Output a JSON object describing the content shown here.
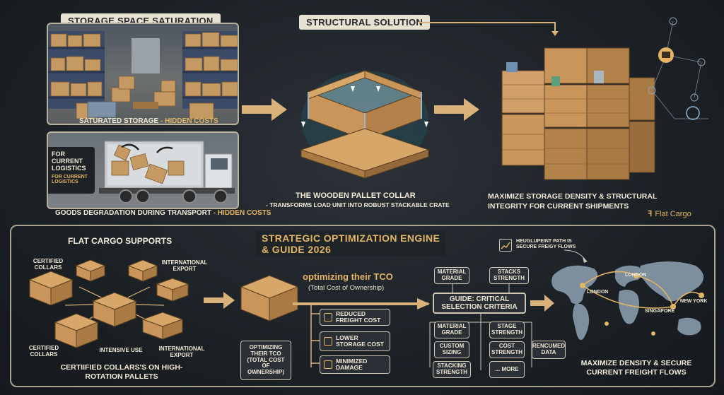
{
  "top": {
    "storage_title": "STORAGE SPACE SATURATION",
    "structural_title": "STRUCTURAL SOLUTION",
    "saturated_caption": "SATURATED STORAGE",
    "saturated_hidden": "- HIDDEN COSTS",
    "truck_label_1": "FOR CURRENT LOGISTICS",
    "truck_label_2": "FOR CURRENT LOGISTICS",
    "degradation_caption": "GOODS DEGRADATION DURING TRANSPORT",
    "degradation_hidden": "- HIDDEN COSTS",
    "collar_title": "THE WOODEN PALLET COLLAR",
    "collar_sub": "- TRANSFORMS LOAD UNIT INTO ROBUST STACKABLE CRATE",
    "maximize_caption": "MAXIMIZE STORAGE DENSITY & STRUCTURAL INTEGRITY FOR CURRENT SHIPMENTS",
    "brand": "Flat Cargo"
  },
  "engine": {
    "title_line1": "STRATEGIC OPTIMIZATION ENGINE",
    "title_line2": "& GUIDE 2026",
    "supports_title": "FLAT CARGO SUPPORTS",
    "labels": {
      "certified_top": "CERTIFIED COLLARS",
      "intl_top": "INTERNATIONAL EXPORT",
      "certified_bottom": "CERTIFIED COLLARS",
      "intensive": "INTENSIVE USE",
      "intl_bottom": "INTERNATIONAL EXPORT"
    },
    "certified_caption": "CERTIIFIED COLLARS'S ON HIGH-ROTATION PALLETS",
    "tco_title": "optimizing their TCO",
    "tco_sub": "(Total Cost of Ownership)",
    "tco_box": "OPTIMIZING THEIR TCO (TOTAL COST OF OWNERSHIP)",
    "benefits": [
      "REDUCED FREIGHT COST",
      "LOWER STORAGE COST",
      "MINIMIZED DAMAGE"
    ],
    "guide_title": "GUIDE: CRITICAL SELECTION CRITERIA",
    "criteria_top": [
      "MATERIAL GRADE",
      "STACKS STRENGTH"
    ],
    "criteria_bottom": [
      "MATERIAL GRADE",
      "STAGE STRENGTH",
      "CUSTOM SIZING",
      "COST STRENGTH",
      "STACKING STRENGTH",
      "... MORE"
    ],
    "extra_data": "RENCUMED DATA",
    "map_note": "HEUGLUPEINT PATH IS SECURE FREIGY FLOWS",
    "cities": [
      "LONDON",
      "LONDON",
      "SINGAPORE",
      "NEW YORK"
    ],
    "map_caption": "MAXIMIZE DENSITY & SECURE CURRENT FREIGHT FLOWS"
  },
  "colors": {
    "accent": "#e3b464",
    "panel_border": "#b8b1a0",
    "bg": "#1c2126"
  }
}
